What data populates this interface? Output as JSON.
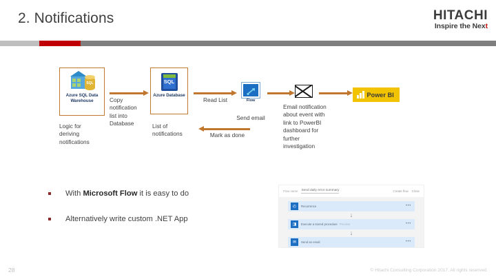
{
  "header": {
    "title": "2. Notifications",
    "logo_word": "HITACHI",
    "logo_tagline_main": "Inspire the Nex",
    "logo_tagline_accent": "t",
    "accent_colors": {
      "light": "#bfbfbf",
      "red": "#c00000",
      "dark": "#7f7f7f"
    }
  },
  "diagram": {
    "nodes": [
      {
        "name": "azure-sql-dw",
        "label": "Azure SQL Data Warehouse",
        "icon": "azure-sql-data-warehouse-icon",
        "caption": "Logic for deriving notifications"
      },
      {
        "name": "azure-database",
        "label": "Azure Database",
        "icon": "azure-database-sql-icon",
        "caption": "List of notifications"
      },
      {
        "name": "flow",
        "label": "Flow",
        "icon": "microsoft-flow-icon",
        "caption": "Send email"
      },
      {
        "name": "email",
        "label": "",
        "icon": "envelope-icon",
        "caption": "Email notification about event with link to PowerBI dashboard for further investigation"
      },
      {
        "name": "power-bi",
        "label": "Power BI",
        "icon": "power-bi-bars-icon",
        "caption": ""
      }
    ],
    "arrow_labels": [
      "Copy notification list into Database",
      "Read List",
      "Mark as done"
    ],
    "icon_text": {
      "dw_sql": "SQL",
      "db_sql": "SQL"
    },
    "arrow_color": "#c0762c",
    "node_border_color": "#c0762c",
    "powerbi_color": "#f2c300"
  },
  "bullets": [
    {
      "prefix": "With ",
      "bold": "Microsoft Flow",
      "suffix": " it is easy to do"
    },
    {
      "prefix": "Alternatively write custom .NET App",
      "bold": "",
      "suffix": ""
    }
  ],
  "flow_screenshot": {
    "toolbar": {
      "name_label": "Flow name",
      "name_value": "Send daily error summary",
      "save_action": "Create flow",
      "close_action": "Close"
    },
    "steps": [
      {
        "icon_glyph": "◴",
        "label": "Recurrence",
        "sub": "",
        "menu": "•••"
      },
      {
        "icon_glyph": "◨",
        "label": "Execute a stored procedure",
        "sub": "Preview",
        "menu": "•••"
      },
      {
        "icon_glyph": "✉",
        "label": "Send an email",
        "sub": "",
        "menu": "•••"
      }
    ],
    "connector_glyph": "↓"
  },
  "footer": {
    "page_number": "28",
    "copyright": "© Hitachi Consulting Corporation 2017. All rights reserved."
  }
}
